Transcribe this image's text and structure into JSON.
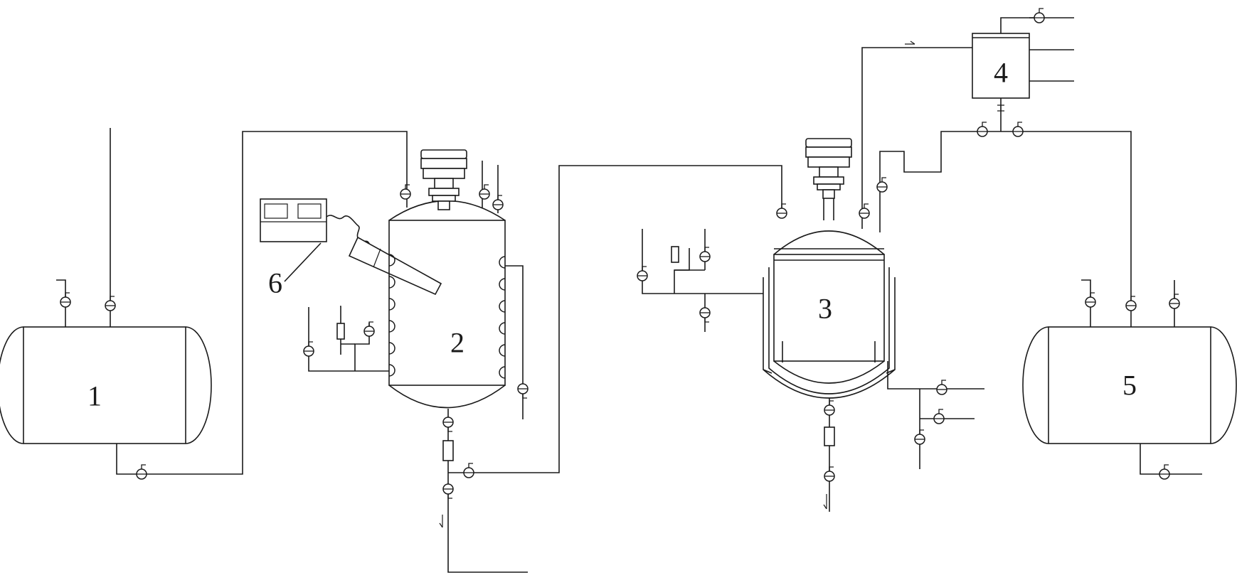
{
  "labels": {
    "tank1": "1",
    "reactor2": "2",
    "reactor3": "3",
    "condenser4": "4",
    "tank5": "5",
    "controller6": "6"
  }
}
